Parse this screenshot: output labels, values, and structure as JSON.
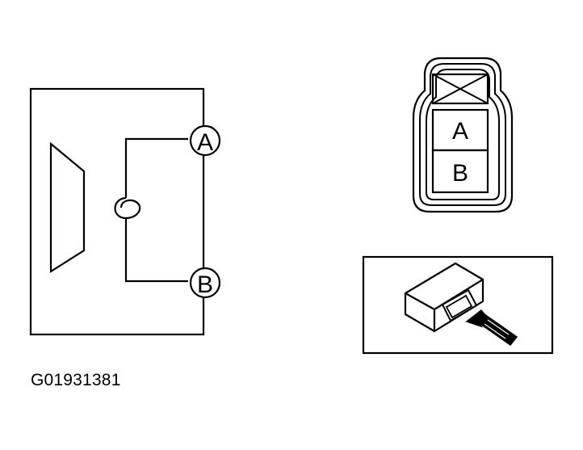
{
  "schematic": {
    "terminal_a": "A",
    "terminal_b": "B"
  },
  "connector_face": {
    "pin_a": "A",
    "pin_b": "B"
  },
  "figure_id": "G01931381",
  "colors": {
    "ink": "#000000",
    "background": "#ffffff"
  }
}
